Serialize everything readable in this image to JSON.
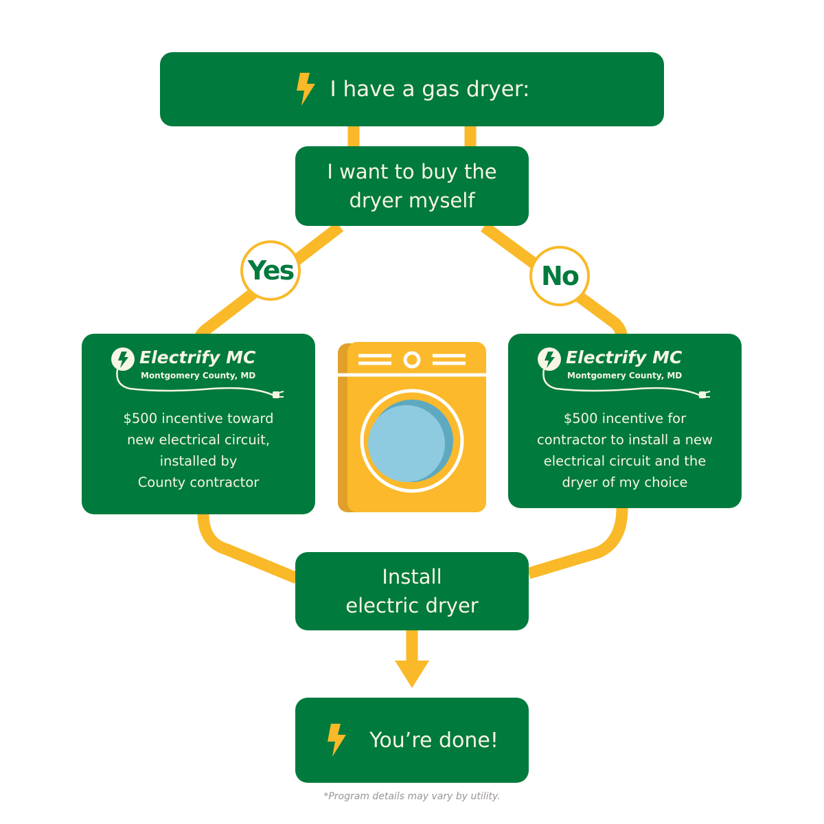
{
  "colors": {
    "box_green": "#007a3d",
    "connector_yellow": "#f9b928",
    "text_cream": "#f7f5e6",
    "footnote_gray": "#9a9494",
    "drum_blue": "#8ecae0",
    "drum_shadow": "#5ea9bf"
  },
  "start": {
    "icon": "lightning-bolt-icon",
    "label": "I have a gas dryer:"
  },
  "question": {
    "line1": "I want to buy the",
    "line2": "dryer myself"
  },
  "branches": {
    "yes": {
      "badge": "Yes",
      "logo_title": "Electrify MC",
      "logo_subtitle": "Montgomery County, MD",
      "lines": [
        "$500 incentive toward",
        "new electrical circuit,",
        "installed by",
        "County contractor"
      ]
    },
    "no": {
      "badge": "No",
      "logo_title": "Electrify MC",
      "logo_subtitle": "Montgomery County, MD",
      "lines": [
        "$500 incentive for",
        "contractor to install a new",
        "electrical circuit and the",
        "dryer of my choice"
      ]
    }
  },
  "center_illustration": "dryer-illustration",
  "install": {
    "line1": "Install",
    "line2": "electric dryer"
  },
  "done": {
    "icon": "lightning-bolt-icon",
    "label": "You’re done!"
  },
  "footnote": "*Program details may vary by utility."
}
